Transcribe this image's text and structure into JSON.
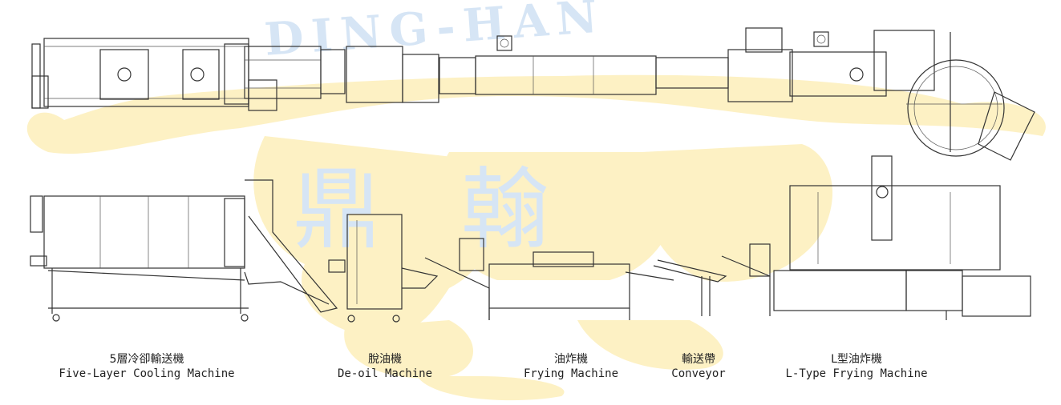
{
  "watermark": {
    "text": "DING-HAN",
    "logo_text": "鼎翰",
    "blob_color": "#fdf1c4",
    "text_color": "#cfe0f3"
  },
  "machines": [
    {
      "zh": "5層冷卻輸送機",
      "en": "Five-Layer Cooling Machine"
    },
    {
      "zh": "脫油機",
      "en": "De-oil Machine"
    },
    {
      "zh": "油炸機",
      "en": "Frying Machine"
    },
    {
      "zh": "輸送帶",
      "en": "Conveyor"
    },
    {
      "zh": "L型油炸機",
      "en": "L-Type Frying Machine"
    }
  ]
}
